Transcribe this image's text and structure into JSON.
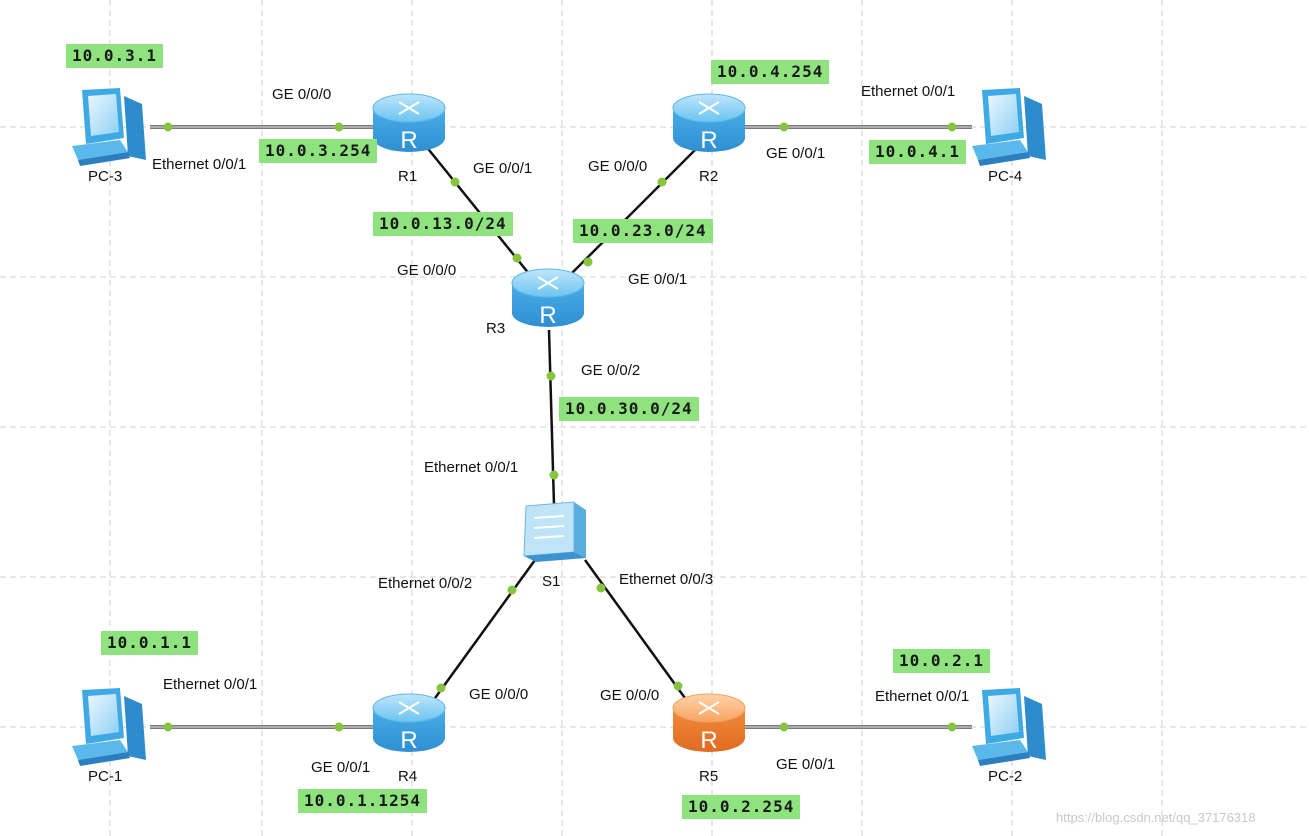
{
  "devices": {
    "pc3": "PC-3",
    "pc4": "PC-4",
    "pc1": "PC-1",
    "pc2": "PC-2",
    "r1": "R1",
    "r2": "R2",
    "r3": "R3",
    "r4": "R4",
    "r5": "R5",
    "s1": "S1",
    "router_glyph": "R"
  },
  "ports": {
    "r1_ge000": "GE 0/0/0",
    "pc3_eth": "Ethernet 0/0/1",
    "r1_ge001": "GE 0/0/1",
    "r2_ge000": "GE 0/0/0",
    "r2_ge001": "GE 0/0/1",
    "pc4_eth": "Ethernet 0/0/1",
    "r3_ge000": "GE 0/0/0",
    "r3_ge001": "GE 0/0/1",
    "r3_ge002": "GE 0/0/2",
    "s1_eth1": "Ethernet 0/0/1",
    "s1_eth2": "Ethernet 0/0/2",
    "s1_eth3": "Ethernet 0/0/3",
    "r4_ge000": "GE 0/0/0",
    "r4_ge001": "GE 0/0/1",
    "pc1_eth": "Ethernet 0/0/1",
    "r5_ge000": "GE 0/0/0",
    "r5_ge001": "GE 0/0/1",
    "pc2_eth": "Ethernet 0/0/1"
  },
  "ips": {
    "pc3": "10.0.3.1",
    "r1": "10.0.3.254",
    "r2": "10.0.4.254",
    "pc4": "10.0.4.1",
    "net13": "10.0.13.0/24",
    "net23": "10.0.23.0/24",
    "net30": "10.0.30.0/24",
    "pc1": "10.0.1.1",
    "r4": "10.0.1.1254",
    "pc2": "10.0.2.1",
    "r5": "10.0.2.254"
  },
  "watermark": "https://blog.csdn.net/qq_37176318",
  "colors": {
    "label_bg": "#8fe37f",
    "router_blue": "#4fb6ec",
    "router_orange": "#f0883a",
    "link": "#111111",
    "port_dot": "#86c440",
    "grid": "#cfcfcf"
  }
}
